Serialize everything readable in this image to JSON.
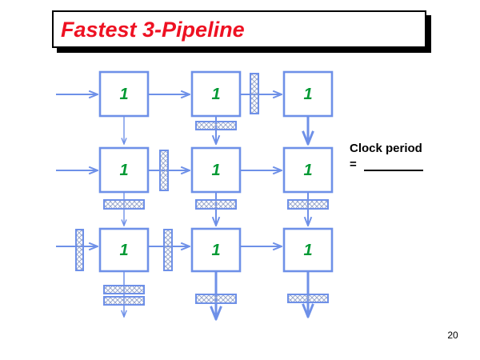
{
  "slide": {
    "title": "Fastest 3-Pipeline",
    "page_number": "20"
  },
  "note": {
    "line1": "Clock period",
    "equals": "="
  },
  "diagram": {
    "nodes": [
      {
        "row": 1,
        "col": 1,
        "label": "1"
      },
      {
        "row": 1,
        "col": 2,
        "label": "1"
      },
      {
        "row": 1,
        "col": 3,
        "label": "1"
      },
      {
        "row": 2,
        "col": 1,
        "label": "1"
      },
      {
        "row": 2,
        "col": 2,
        "label": "1"
      },
      {
        "row": 2,
        "col": 3,
        "label": "1"
      },
      {
        "row": 3,
        "col": 1,
        "label": "1"
      },
      {
        "row": 3,
        "col": 2,
        "label": "1"
      },
      {
        "row": 3,
        "col": 3,
        "label": "1"
      }
    ]
  },
  "colors": {
    "line_blue": "#6e90e8",
    "hatch_blue_gray": "#9aa8cc",
    "title_red": "#ee1122",
    "node_green": "#009933",
    "text_black": "#000000",
    "background": "#ffffff"
  }
}
